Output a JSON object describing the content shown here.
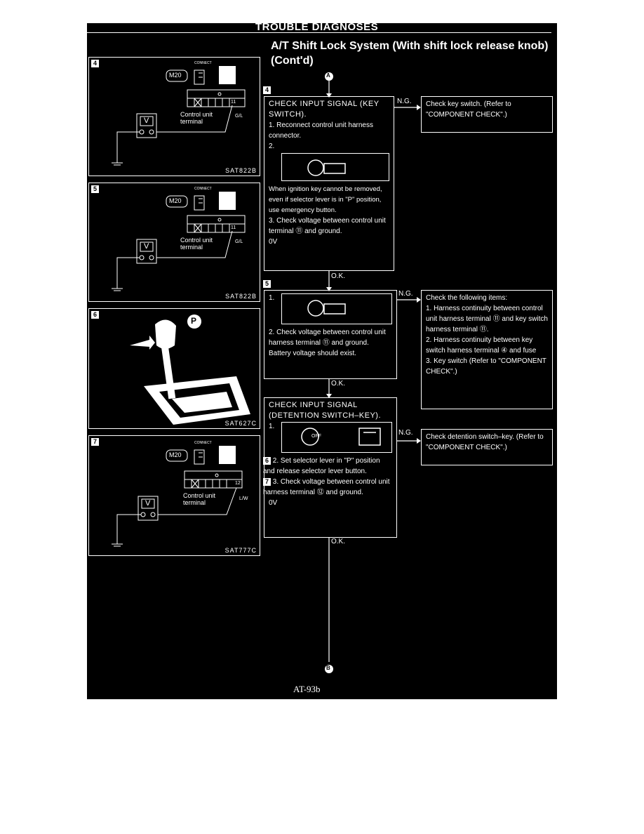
{
  "header": {
    "title": "TROUBLE DIAGNOSES"
  },
  "page_title": "A/T Shift Lock System (With shift lock release knob) (Cont'd)",
  "markers": {
    "start": "A",
    "end": "B"
  },
  "panels": [
    {
      "num": "4",
      "connector": "M20",
      "terminal_label": "Control unit terminal",
      "wire": "G/L",
      "pin": "11",
      "code": "SAT822B",
      "meter": "V"
    },
    {
      "num": "5",
      "connector": "M20",
      "terminal_label": "Control unit terminal",
      "wire": "G/L",
      "pin": "11",
      "code": "SAT822B",
      "meter": "V"
    },
    {
      "num": "6",
      "code": "SAT627C",
      "position": "P"
    },
    {
      "num": "7",
      "connector": "M20",
      "terminal_label": "Control unit terminal",
      "wire": "L/W",
      "pin": "12",
      "code": "SAT777C",
      "meter": "V"
    }
  ],
  "steps": {
    "s4": {
      "num": "4",
      "heading": "CHECK INPUT SIGNAL (KEY SWITCH).",
      "i1": "1. Reconnect control unit harness connector.",
      "i2": "2.",
      "note": "When ignition key cannot be removed, even if selector lever is in \"P\" position, use emergency button.",
      "i3": "3. Check voltage between control unit terminal ⑪ and ground.",
      "result": "0V"
    },
    "s5": {
      "num": "5",
      "i1": "1.",
      "i2": "2. Check voltage between control unit harness terminal ⑪ and ground.",
      "result": "Battery voltage should exist."
    },
    "s6": {
      "heading": "CHECK INPUT SIGNAL (DETENTION SWITCH–KEY).",
      "i1": "1.",
      "i2": "2. Set selector lever in \"P\" position and release selector lever button.",
      "i3": "3. Check voltage between control unit harness terminal ⑫ and ground.",
      "result": "0V",
      "ref6": "6",
      "ref7": "7"
    }
  },
  "connectors": {
    "ng": "N.G.",
    "ok": "O.K."
  },
  "results": {
    "r1": "Check key switch. (Refer to \"COMPONENT CHECK\".)",
    "r2_head": "Check the following items:",
    "r2_1": "1. Harness continuity between control unit harness terminal ⑪ and key switch harness terminal ⑪.",
    "r2_2": "2. Harness continuity between key switch harness terminal ④ and fuse",
    "r2_3": "3. Key switch (Refer to \"COMPONENT CHECK\".)",
    "r3": "Check detention switch–key. (Refer to \"COMPONENT CHECK\".)"
  },
  "footer": "AT-93b",
  "labels": {
    "connect": "CONNECT",
    "off": "OFF"
  }
}
